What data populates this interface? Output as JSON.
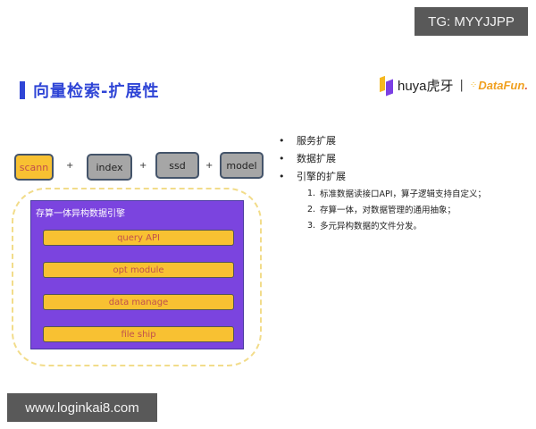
{
  "watermarks": {
    "top": "TG: MYYJJPP",
    "bottom": "www.loginkai8.com"
  },
  "slide": {
    "title": "向量检索-扩展性",
    "accent_color": "#2f45d6"
  },
  "logos": {
    "huya_text": "huya虎牙",
    "separator": "|",
    "datafun_main": "DataFun",
    "datafun_dot": "."
  },
  "diagram": {
    "components": [
      {
        "label": "scann",
        "color": "#f8c132"
      },
      {
        "label": "index",
        "color": "#a6a6a6"
      },
      {
        "label": "ssd",
        "color": "#a6a6a6"
      },
      {
        "label": "model",
        "color": "#a6a6a6"
      }
    ],
    "plus": "+",
    "engine": {
      "label": "存算一体异构数据引擎",
      "color": "#7b44df",
      "modules": [
        "query API",
        "opt module",
        "data manage",
        "file ship"
      ]
    }
  },
  "bullets": {
    "items": [
      "服务扩展",
      "数据扩展",
      "引擎的扩展"
    ],
    "bullet_glyph": "•",
    "sub_items": [
      {
        "num": "1.",
        "text": "标准数据读接口API，算子逻辑支持自定义；"
      },
      {
        "num": "2.",
        "text": "存算一体，对数据管理的通用抽象；"
      },
      {
        "num": "3.",
        "text": "多元异构数据的文件分发。"
      }
    ]
  }
}
